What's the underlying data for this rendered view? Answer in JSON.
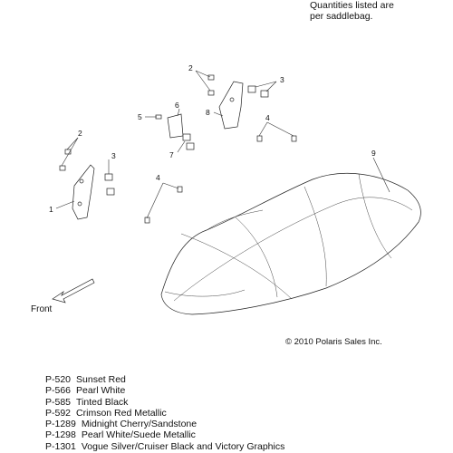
{
  "note": [
    "Quantities listed are",
    "per saddlebag."
  ],
  "copyright": "© 2010 Polaris Sales Inc.",
  "front_label": "Front",
  "callouts": [
    "1",
    "2",
    "2",
    "3",
    "3",
    "4",
    "4",
    "5",
    "6",
    "7",
    "8",
    "9"
  ],
  "legend": [
    {
      "code": "P-520",
      "name": "Sunset Red"
    },
    {
      "code": "P-566",
      "name": "Pearl White"
    },
    {
      "code": "P-585",
      "name": "Tinted Black"
    },
    {
      "code": "P-592",
      "name": "Crimson Red Metallic"
    },
    {
      "code": "P-1289",
      "name": "Midnight Cherry/Sandstone"
    },
    {
      "code": "P-1298",
      "name": "Pearl White/Suede Metallic"
    },
    {
      "code": "P-1301",
      "name": "Vogue Silver/Cruiser Black and Victory Graphics"
    }
  ]
}
